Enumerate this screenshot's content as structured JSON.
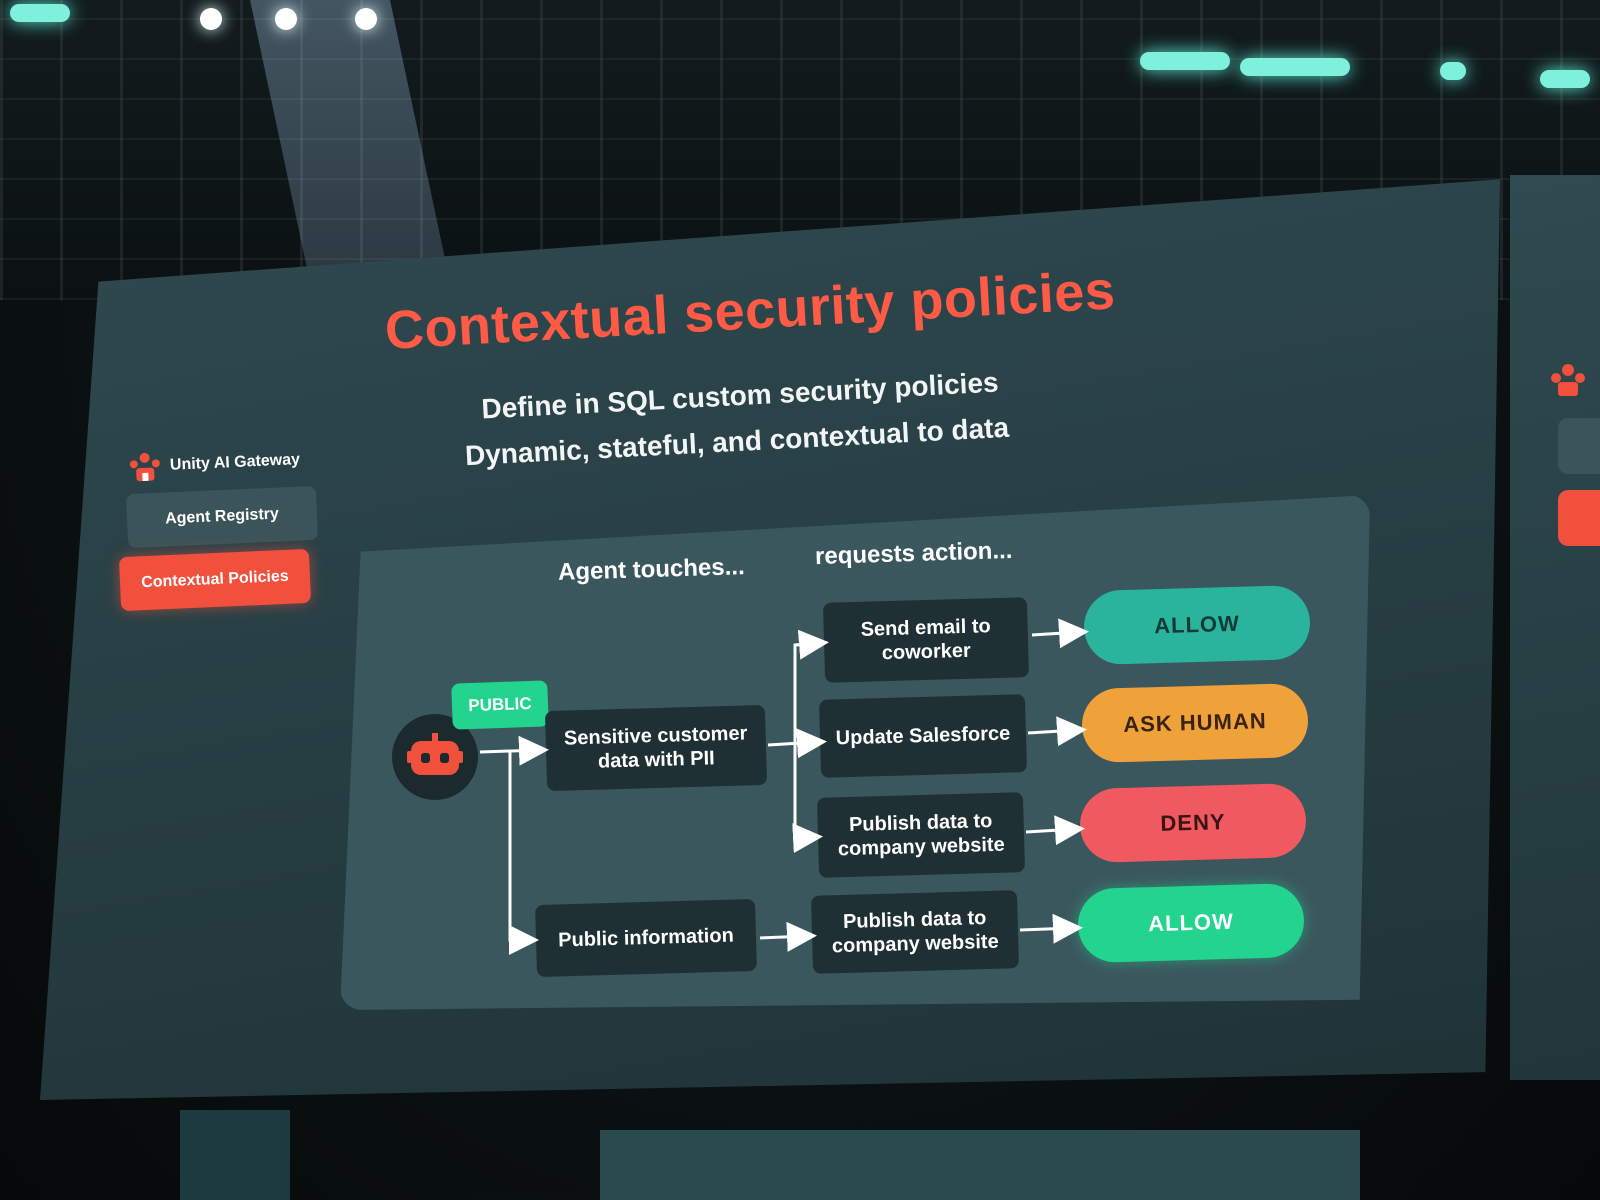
{
  "slide": {
    "title": "Contextual security policies",
    "subtitle_lines": [
      "Define in SQL custom security policies",
      "Dynamic, stateful, and contextual to data"
    ]
  },
  "sidebar": {
    "brand": "Unity AI Gateway",
    "items": [
      {
        "label": "Agent Registry"
      },
      {
        "label": "Contextual Policies"
      }
    ]
  },
  "diagram": {
    "column_headers": [
      "Agent touches...",
      "requests action..."
    ],
    "badge": "PUBLIC",
    "data_nodes": [
      "Sensitive customer data with PII",
      "Public information"
    ],
    "action_nodes": [
      "Send email to coworker",
      "Update Salesforce",
      "Publish data to company website",
      "Publish data to company website"
    ],
    "outcomes": [
      "ALLOW",
      "ASK HUMAN",
      "DENY",
      "ALLOW"
    ]
  },
  "colors": {
    "accent": "#f0503c",
    "allow": "#2ab39d",
    "ask_human": "#f0a23a",
    "deny": "#f0595f",
    "allow_public": "#22d48e"
  }
}
